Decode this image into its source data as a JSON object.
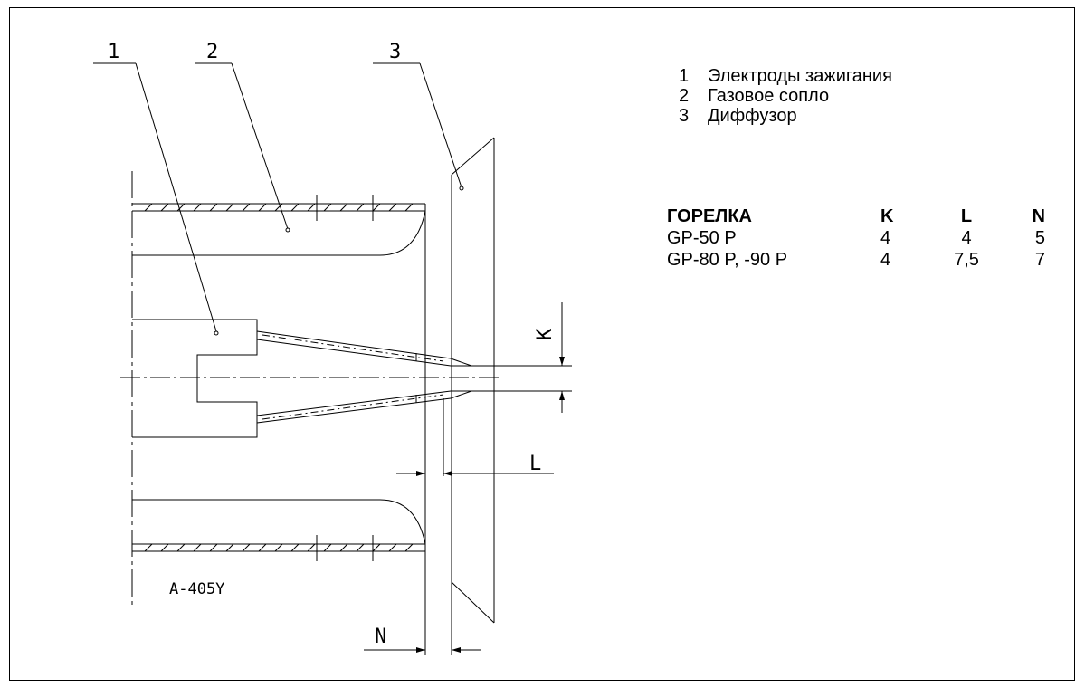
{
  "callouts": [
    {
      "num": "1",
      "label": "Электроды зажигания"
    },
    {
      "num": "2",
      "label": "Газовое сопло"
    },
    {
      "num": "3",
      "label": "Диффузор"
    }
  ],
  "drawing_code": "A-405Y",
  "dimensions": {
    "k": "K",
    "l": "L",
    "n": "N"
  },
  "table": {
    "headers": [
      "ГОРЕЛКА",
      "K",
      "L",
      "N"
    ],
    "rows": [
      [
        "GP-50 P",
        "4",
        "4",
        "5"
      ],
      [
        "GP-80 P, -90 P",
        "4",
        "7,5",
        "7"
      ]
    ]
  }
}
